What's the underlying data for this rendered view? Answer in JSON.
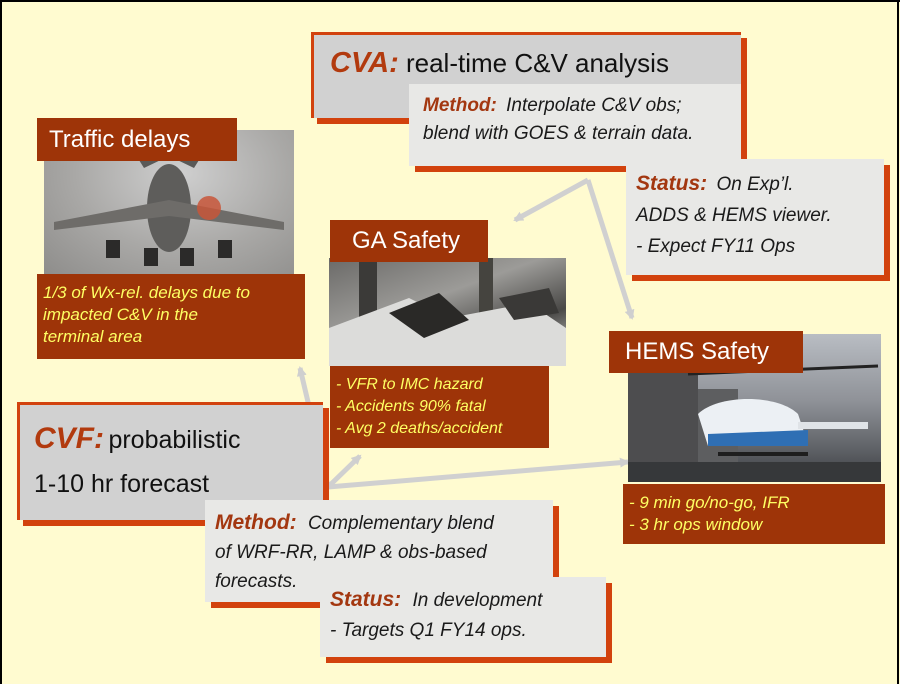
{
  "cva": {
    "label": "CVA:",
    "text": "real-time C&V analysis",
    "method_label": "Method:",
    "method_line1": "Interpolate C&V obs;",
    "method_line2": "blend with GOES & terrain data.",
    "status_label": "Status:",
    "status_line1": "On Exp’l.",
    "status_line2": "ADDS & HEMS viewer.",
    "status_line3": "- Expect FY11 Ops"
  },
  "traffic": {
    "title": "Traffic delays",
    "line1": "1/3 of Wx-rel. delays  due to",
    "line2": "impacted C&V in the",
    "line3": "terminal area"
  },
  "ga": {
    "title": "GA Safety",
    "line1": "- VFR to IMC hazard",
    "line2": "- Accidents 90% fatal",
    "line3": "- Avg 2 deaths/accident"
  },
  "hems": {
    "title": "HEMS Safety",
    "line1": "- 9 min go/no-go, IFR",
    "line2": "- 3 hr ops window"
  },
  "cvf": {
    "label": "CVF:",
    "text1": "probabilistic",
    "text2": "1-10 hr forecast",
    "method_label": "Method:",
    "method_line1": "Complementary blend",
    "method_line2": "of WRF-RR, LAMP & obs-based",
    "method_line3": "forecasts.",
    "status_label": "Status:",
    "status_line1": "In development",
    "status_line2": "- Targets Q1 FY14 ops."
  },
  "colors": {
    "background": "#fffbd0",
    "brown": "#9e3408",
    "accent_red": "#d2420d",
    "yellow_text": "#ffff63",
    "gray": "#d1d1d1"
  }
}
